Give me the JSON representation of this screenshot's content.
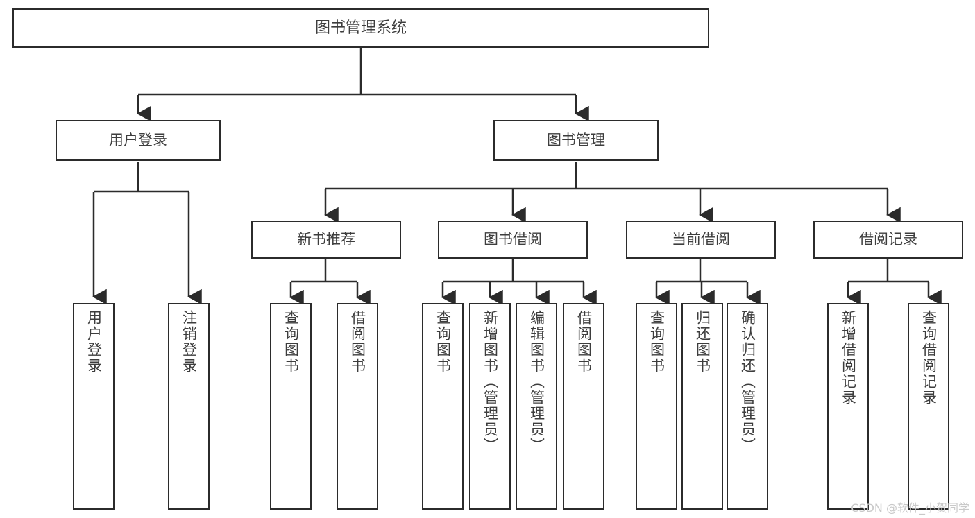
{
  "diagram": {
    "title": "图书管理系统",
    "type": "tree-structure-chart",
    "colors": {
      "box_border": "#2b2b2b",
      "box_fill": "#ffffff",
      "connector": "#2b2b2b",
      "text": "#3d3d3d",
      "watermark": "#c9c9c9",
      "background": "#ffffff"
    }
  },
  "nodes": {
    "root": {
      "label": "图书管理系统"
    },
    "level2": [
      {
        "id": "user-login",
        "label": "用户登录"
      },
      {
        "id": "book-manage",
        "label": "图书管理"
      }
    ],
    "level3": [
      {
        "id": "new-book-recommend",
        "label": "新书推荐"
      },
      {
        "id": "book-borrow",
        "label": "图书借阅"
      },
      {
        "id": "current-borrow",
        "label": "当前借阅"
      },
      {
        "id": "borrow-record",
        "label": "借阅记录"
      }
    ],
    "leaves": {
      "user_login": [
        {
          "id": "leaf-user-login",
          "label": "用户登录"
        },
        {
          "id": "leaf-logout-login",
          "label": "注销登录"
        }
      ],
      "new_book_recommend": [
        {
          "id": "leaf-query-book-1",
          "label": "查询图书"
        },
        {
          "id": "leaf-borrow-book-1",
          "label": "借阅图书"
        }
      ],
      "book_borrow": [
        {
          "id": "leaf-query-book-2",
          "label": "查询图书"
        },
        {
          "id": "leaf-add-book-admin",
          "label": "新增图书（管理员）"
        },
        {
          "id": "leaf-edit-book-admin",
          "label": "编辑图书（管理员）"
        },
        {
          "id": "leaf-borrow-book-2",
          "label": "借阅图书"
        }
      ],
      "current_borrow": [
        {
          "id": "leaf-query-book-3",
          "label": "查询图书"
        },
        {
          "id": "leaf-return-book",
          "label": "归还图书"
        },
        {
          "id": "leaf-confirm-return-admin",
          "label": "确认归还（管理员）"
        }
      ],
      "borrow_record": [
        {
          "id": "leaf-add-borrow-record",
          "label": "新增借阅记录"
        },
        {
          "id": "leaf-query-borrow-record",
          "label": "查询借阅记录"
        }
      ]
    }
  },
  "watermark": {
    "text": "CSDN @软件_小贺同学"
  }
}
